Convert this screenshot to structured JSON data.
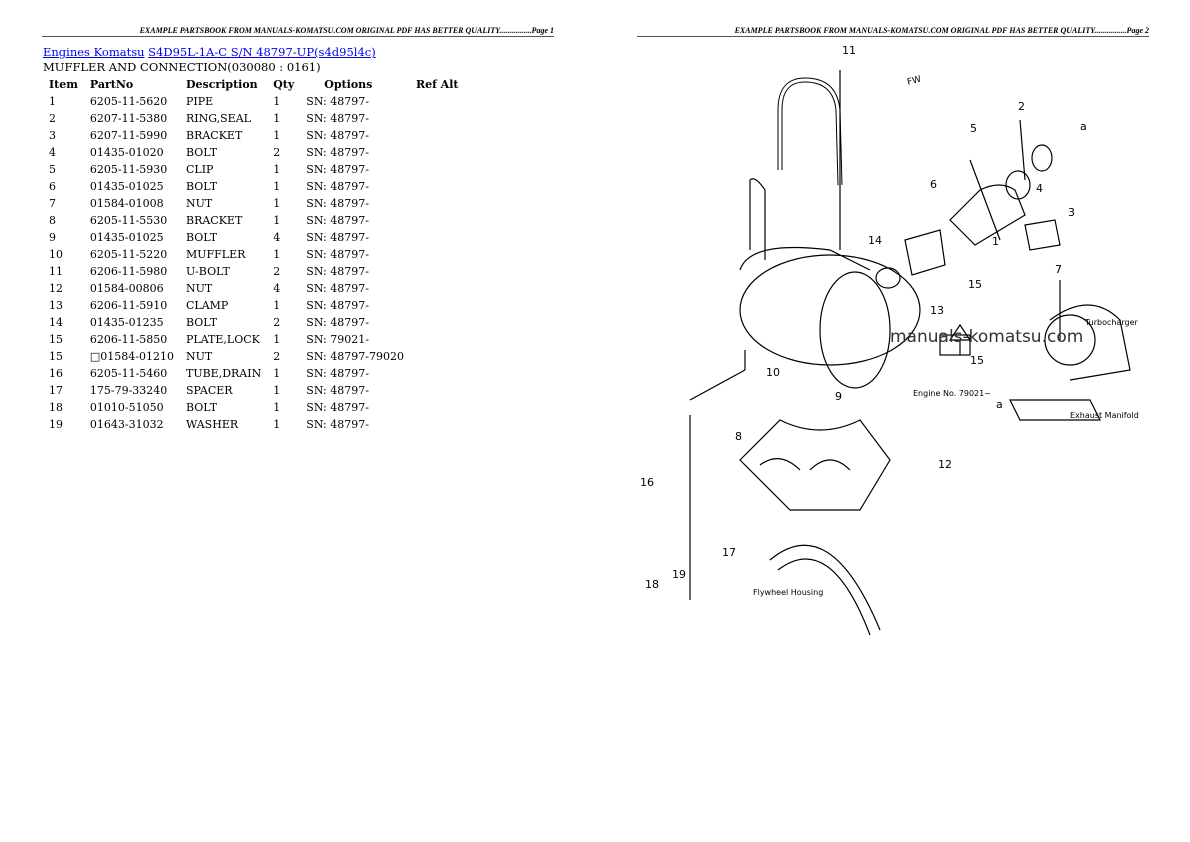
{
  "header": {
    "page1": "EXAMPLE PARTSBOOK FROM MANUALS-KOMATSU.COM ORIGINAL PDF HAS BETTER QUALITY................Page 1",
    "page2": "EXAMPLE PARTSBOOK FROM MANUALS-KOMATSU.COM ORIGINAL PDF HAS BETTER QUALITY................Page 2"
  },
  "breadcrumb": {
    "link1": "Engines Komatsu",
    "link2": "S4D95L-1A-C S/N 48797-UP(s4d95l4c)"
  },
  "section_title": "MUFFLER AND CONNECTION(030080 : 0161)",
  "table": {
    "columns": [
      "Item",
      "PartNo",
      "Description",
      "Qty",
      "Options",
      "Ref Alt"
    ],
    "rows": [
      [
        "1",
        "6205-11-5620",
        "PIPE",
        "1",
        "SN: 48797-",
        ""
      ],
      [
        "2",
        "6207-11-5380",
        "RING,SEAL",
        "1",
        "SN: 48797-",
        ""
      ],
      [
        "3",
        "6207-11-5990",
        "BRACKET",
        "1",
        "SN: 48797-",
        ""
      ],
      [
        "4",
        "01435-01020",
        "BOLT",
        "2",
        "SN: 48797-",
        ""
      ],
      [
        "5",
        "6205-11-5930",
        "CLIP",
        "1",
        "SN: 48797-",
        ""
      ],
      [
        "6",
        "01435-01025",
        "BOLT",
        "1",
        "SN: 48797-",
        ""
      ],
      [
        "7",
        "01584-01008",
        "NUT",
        "1",
        "SN: 48797-",
        ""
      ],
      [
        "8",
        "6205-11-5530",
        "BRACKET",
        "1",
        "SN: 48797-",
        ""
      ],
      [
        "9",
        "01435-01025",
        "BOLT",
        "4",
        "SN: 48797-",
        ""
      ],
      [
        "10",
        "6205-11-5220",
        "MUFFLER",
        "1",
        "SN: 48797-",
        ""
      ],
      [
        "11",
        "6206-11-5980",
        "U-BOLT",
        "2",
        "SN: 48797-",
        ""
      ],
      [
        "12",
        "01584-00806",
        "NUT",
        "4",
        "SN: 48797-",
        ""
      ],
      [
        "13",
        "6206-11-5910",
        "CLAMP",
        "1",
        "SN: 48797-",
        ""
      ],
      [
        "14",
        "01435-01235",
        "BOLT",
        "2",
        "SN: 48797-",
        ""
      ],
      [
        "15",
        "6206-11-5850",
        "PLATE,LOCK",
        "1",
        "SN: 79021-",
        ""
      ],
      [
        "15",
        "□01584-01210",
        "NUT",
        "2",
        "SN: 48797-79020",
        ""
      ],
      [
        "16",
        "6205-11-5460",
        "TUBE,DRAIN",
        "1",
        "SN: 48797-",
        ""
      ],
      [
        "17",
        "175-79-33240",
        "SPACER",
        "1",
        "SN: 48797-",
        ""
      ],
      [
        "18",
        "01010-51050",
        "BOLT",
        "1",
        "SN: 48797-",
        ""
      ],
      [
        "19",
        "01643-31032",
        "WASHER",
        "1",
        "SN: 48797-",
        ""
      ]
    ]
  },
  "diagram": {
    "watermark": "manuals-komatsu.com",
    "turbocharger": "Turbocharger",
    "engine_no": "Engine No. 79021~",
    "exhaust": "Exhaust Manifold",
    "flywheel": "Flywheel Housing",
    "fw": "FW",
    "arrow_a": "a"
  }
}
